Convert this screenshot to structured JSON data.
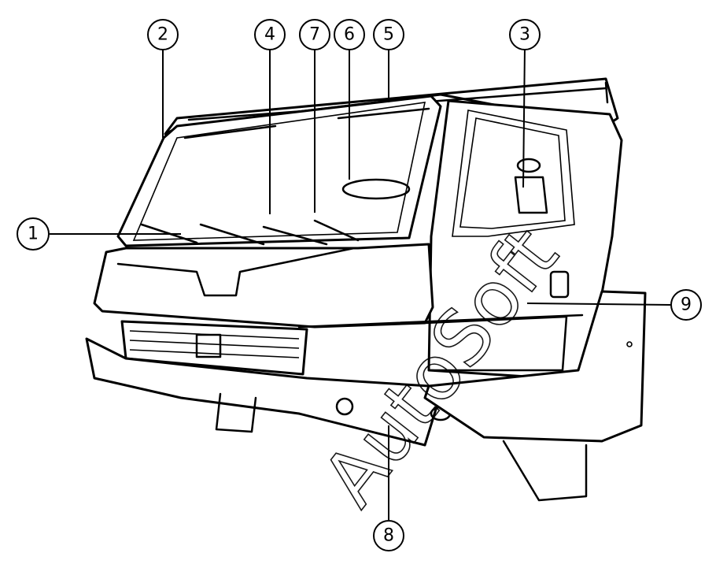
{
  "callouts": [
    {
      "id": "c1",
      "label": "1"
    },
    {
      "id": "c2",
      "label": "2"
    },
    {
      "id": "c3",
      "label": "3"
    },
    {
      "id": "c4",
      "label": "4"
    },
    {
      "id": "c5",
      "label": "5"
    },
    {
      "id": "c6",
      "label": "6"
    },
    {
      "id": "c7",
      "label": "7"
    },
    {
      "id": "c8",
      "label": "8"
    },
    {
      "id": "c9",
      "label": "9"
    }
  ],
  "watermark": "AutoSoft"
}
